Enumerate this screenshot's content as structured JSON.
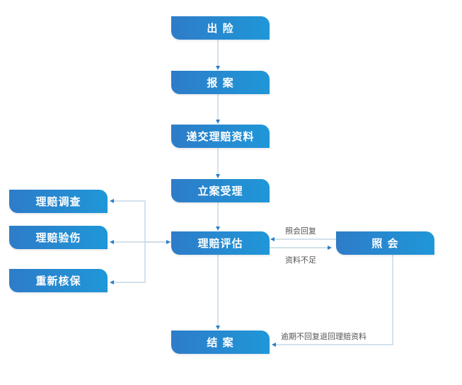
{
  "nodes": {
    "chuxian": "出 险",
    "baoan": "报 案",
    "dijiao": "递交理赔资料",
    "lian": "立案受理",
    "pinggu": "理赔评估",
    "jiean": "结 案",
    "diaocha": "理赔调查",
    "yanshang": "理赔验伤",
    "hebao": "重新核保",
    "zhaohui": "照 会"
  },
  "edge_labels": {
    "reply": "照会回复",
    "insufficient": "资料不足",
    "overdue": "逾期不回复退回理赔资料"
  },
  "colors": {
    "node_start": "#2e7cc8",
    "node_end": "#1f97d8",
    "line": "#b8cfe0",
    "arrow": "#2b7fc9"
  }
}
